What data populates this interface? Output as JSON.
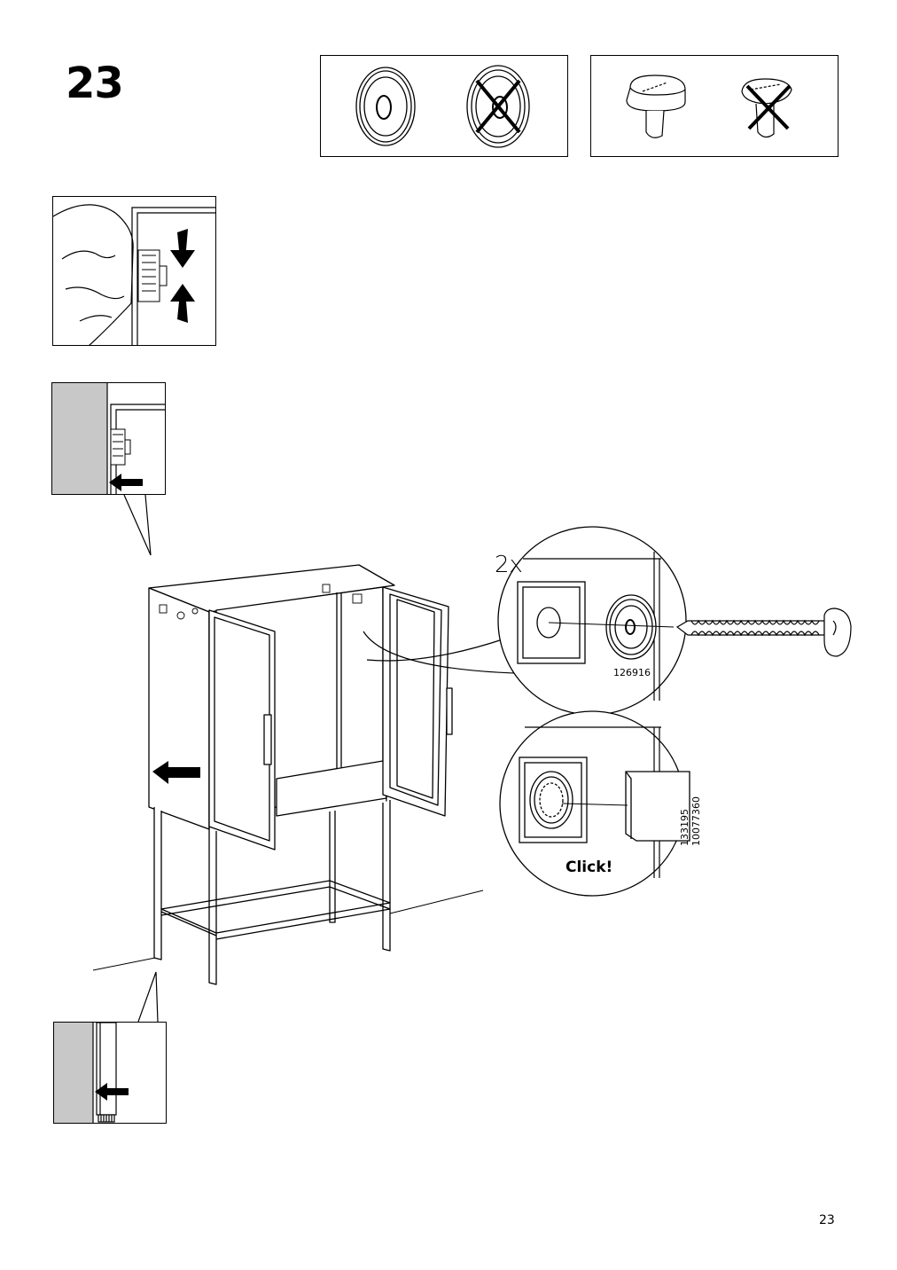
{
  "step": {
    "number": "23"
  },
  "callouts": {
    "quantity": "2x",
    "part_screw": "126916",
    "part_cap_a": "133195",
    "part_cap_b": "10077360",
    "click_text": "Click!"
  },
  "footer": {
    "page_number": "23"
  },
  "icons": [
    "washer-correct-icon",
    "washer-incorrect-icon",
    "plug-correct-icon",
    "plug-incorrect-icon",
    "screw-icon",
    "cap-icon",
    "arrow-icon"
  ]
}
